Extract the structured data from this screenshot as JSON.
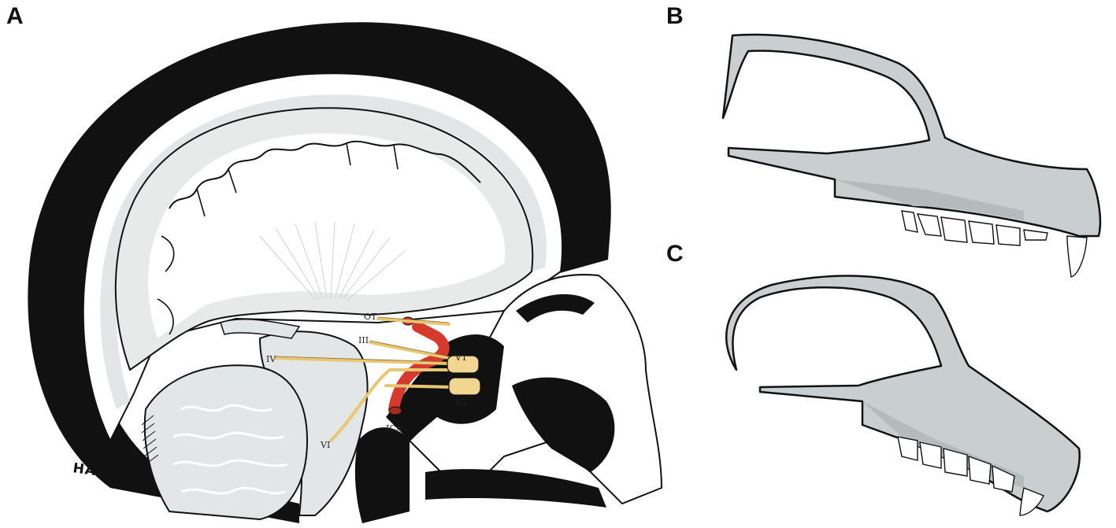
{
  "panels": {
    "a": {
      "letter": "A"
    },
    "b": {
      "letter": "B"
    },
    "c": {
      "letter": "C"
    }
  },
  "labels": {
    "ot": "OT",
    "iii": "III",
    "iv": "IV",
    "v1": "V1",
    "v2": "V2",
    "vi": "VI",
    "ica": "ICA"
  },
  "signature": "HAYON",
  "colors": {
    "bone_black": "#111111",
    "brain_gray": "#e6e8e8",
    "skull_gray": "#c9cfd0",
    "nerve_yellow": "#e8c672",
    "artery_red": "#d63a2c",
    "outline": "#111111"
  }
}
